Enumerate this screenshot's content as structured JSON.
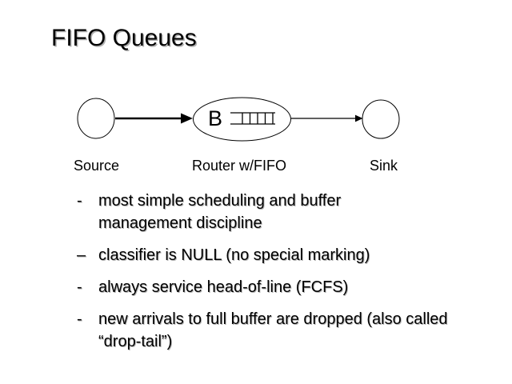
{
  "slide": {
    "title": "FIFO Queues",
    "background_color": "#ffffff",
    "text_color": "#000000",
    "shadow_color": "#b0b0b0"
  },
  "diagram": {
    "source_label": "Source",
    "router_label": "Router w/FIFO",
    "sink_label": "Sink",
    "buffer_label": "B",
    "queue_cells": 4,
    "stroke_color": "#000000"
  },
  "bullets": [
    {
      "marker": "-",
      "text": "most simple scheduling and buffer management discipline"
    },
    {
      "marker": "–",
      "text": "classifier is NULL (no special marking)"
    },
    {
      "marker": "-",
      "text": "always service head-of-line (FCFS)"
    },
    {
      "marker": "-",
      "text": "new arrivals to full buffer are dropped (also called “drop-tail”)"
    }
  ]
}
